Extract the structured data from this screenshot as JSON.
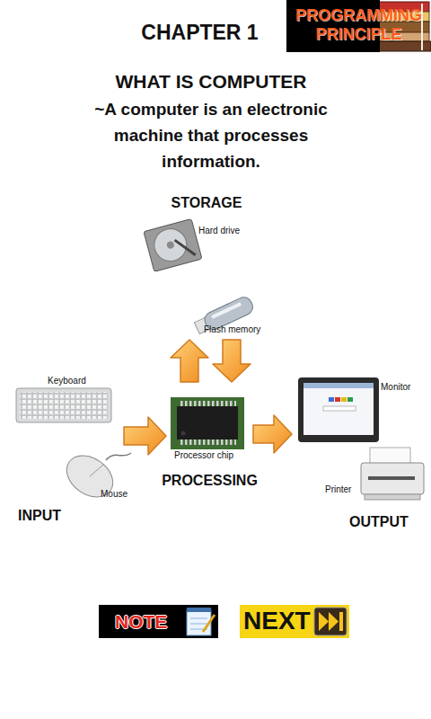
{
  "diagram": {
    "title": "CHAPTER 1",
    "nodes": [
      {
        "text": [
          "PROGRAMMING PRINCIPLE"
        ]
      },
      {
        "text": [
          "STORAGE"
        ]
      },
      {
        "text": [
          "Hard drive"
        ],
        "in": 1
      },
      {
        "text": [
          "Flash memory"
        ],
        "in": 1
      },
      {
        "text": [
          "INPUT"
        ]
      },
      {
        "text": [
          "Keyboard"
        ],
        "in": 4
      },
      {
        "text": [
          "Mouse"
        ],
        "in": 4
      },
      {
        "text": [
          "PROCESSING"
        ]
      },
      {
        "text": [
          "Processor chip"
        ],
        "in": 7
      },
      {
        "text": [
          "OUTPUT"
        ]
      },
      {
        "text": [
          "Monitor"
        ],
        "in": 9
      },
      {
        "text": [
          "Printer"
        ],
        "in": 9
      },
      {
        "text": [
          "NOTE"
        ]
      },
      {
        "text": [
          "NEXT"
        ]
      }
    ],
    "edges": [
      {
        "from": 7,
        "to": 1,
        "arrow": "to"
      },
      {
        "from": 1,
        "to": 7,
        "arrow": "to"
      },
      {
        "from": 4,
        "to": 7,
        "arrow": "to"
      },
      {
        "from": 7,
        "to": 9,
        "arrow": "to"
      }
    ],
    "labels": [
      "WHAT IS COMPUTER",
      "~A computer is an electronic machine that processes information."
    ]
  }
}
